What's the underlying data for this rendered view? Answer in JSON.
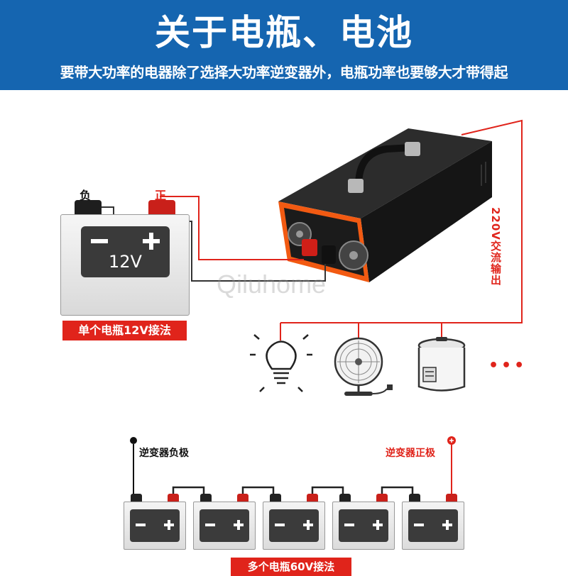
{
  "header": {
    "title": "关于电瓶、电池",
    "subtitle": "要带大功率的电器除了选择大功率逆变器外，电瓶功率也要够大才带得起"
  },
  "single_battery": {
    "negative_label": "负",
    "positive_label": "正",
    "voltage": "12V",
    "caption": "单个电瓶12V接法"
  },
  "inverter": {
    "output_label": "220V交流输出"
  },
  "watermark": "Qiluhome",
  "appliances": [
    "light-bulb-icon",
    "fan-icon",
    "rice-cooker-icon"
  ],
  "more_label": "•••",
  "series": {
    "negative_label": "逆变器负极",
    "positive_label": "逆变器正极",
    "battery_count": 5,
    "caption": "多个电瓶60V接法"
  },
  "colors": {
    "header_bg": "#1565b0",
    "wire_red": "#e0241b",
    "inverter_orange": "#f25a12",
    "inverter_body": "#1d1d1d"
  }
}
